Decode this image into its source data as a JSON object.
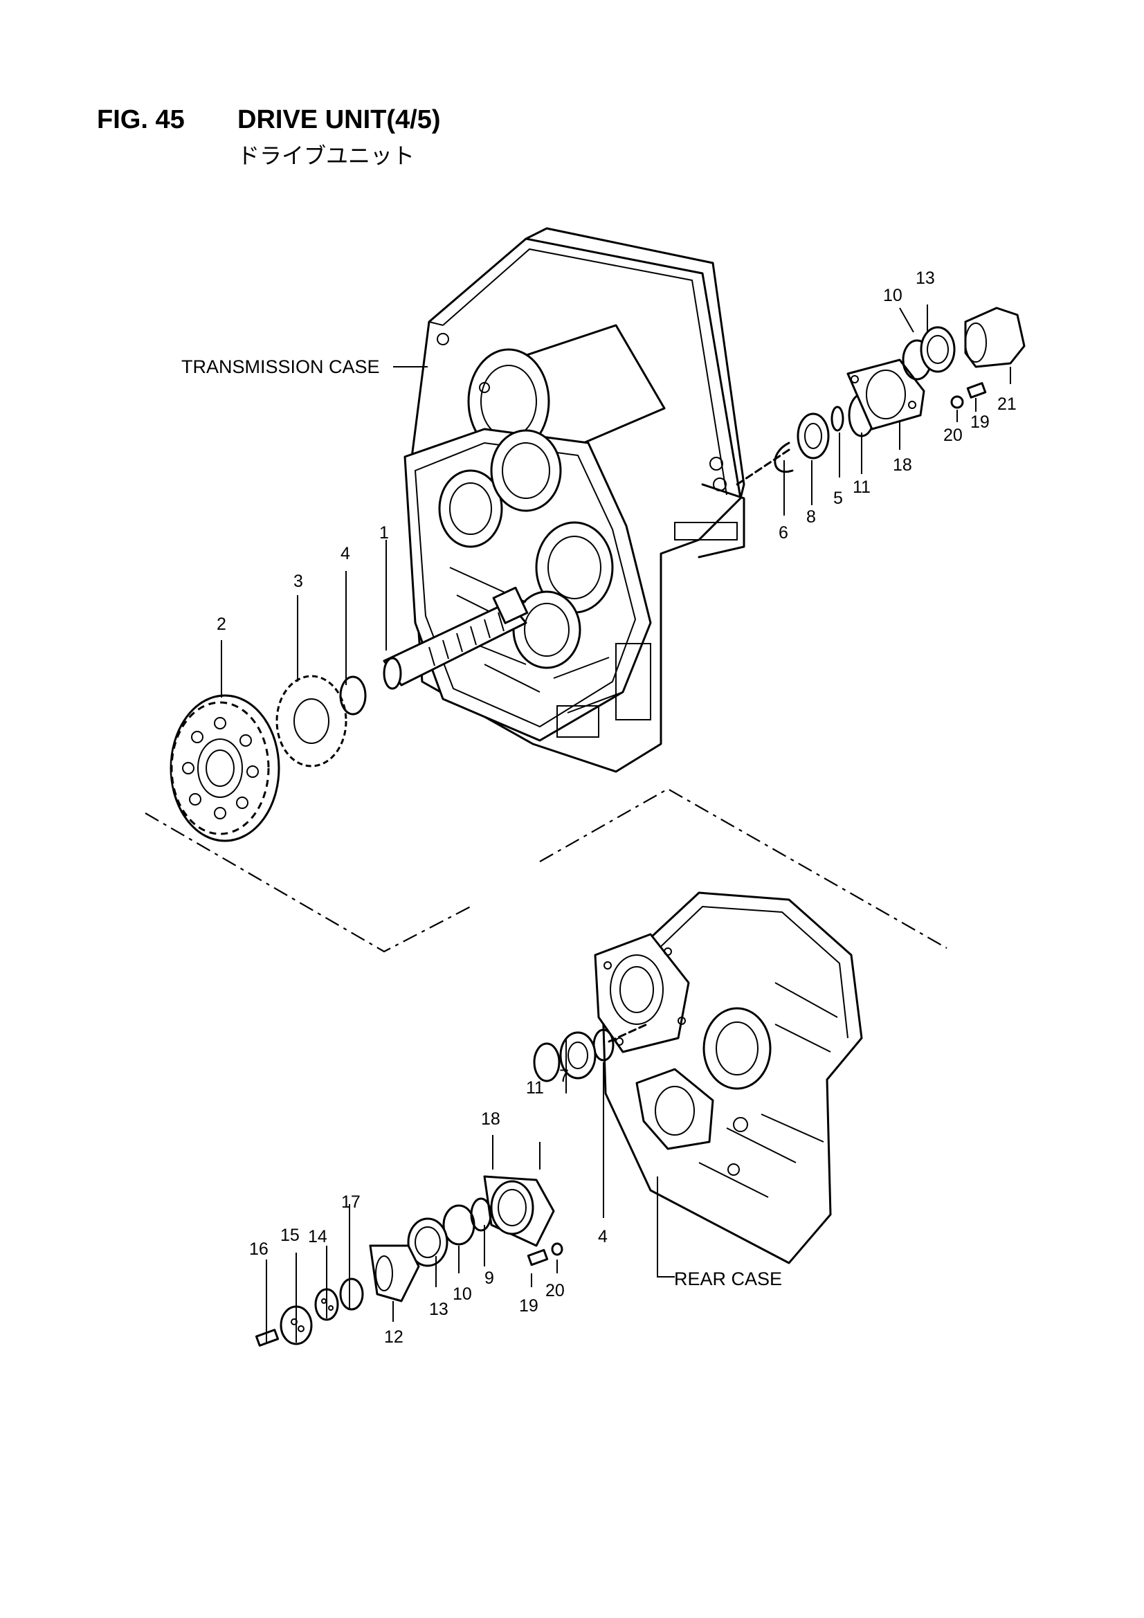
{
  "header": {
    "figure_no": "FIG. 45",
    "title": "DRIVE UNIT(4/5)",
    "subtitle": "ドライブユニット"
  },
  "captions": {
    "transmission_case": "TRANSMISSION CASE",
    "rear_case": "REAR CASE"
  },
  "callouts": {
    "upper": [
      "1",
      "2",
      "3",
      "4",
      "5",
      "6",
      "8",
      "10",
      "11",
      "13",
      "18",
      "19",
      "20",
      "21"
    ],
    "lower": [
      "4",
      "7",
      "9",
      "10",
      "11",
      "12",
      "13",
      "14",
      "15",
      "16",
      "17",
      "18",
      "19",
      "20"
    ]
  }
}
